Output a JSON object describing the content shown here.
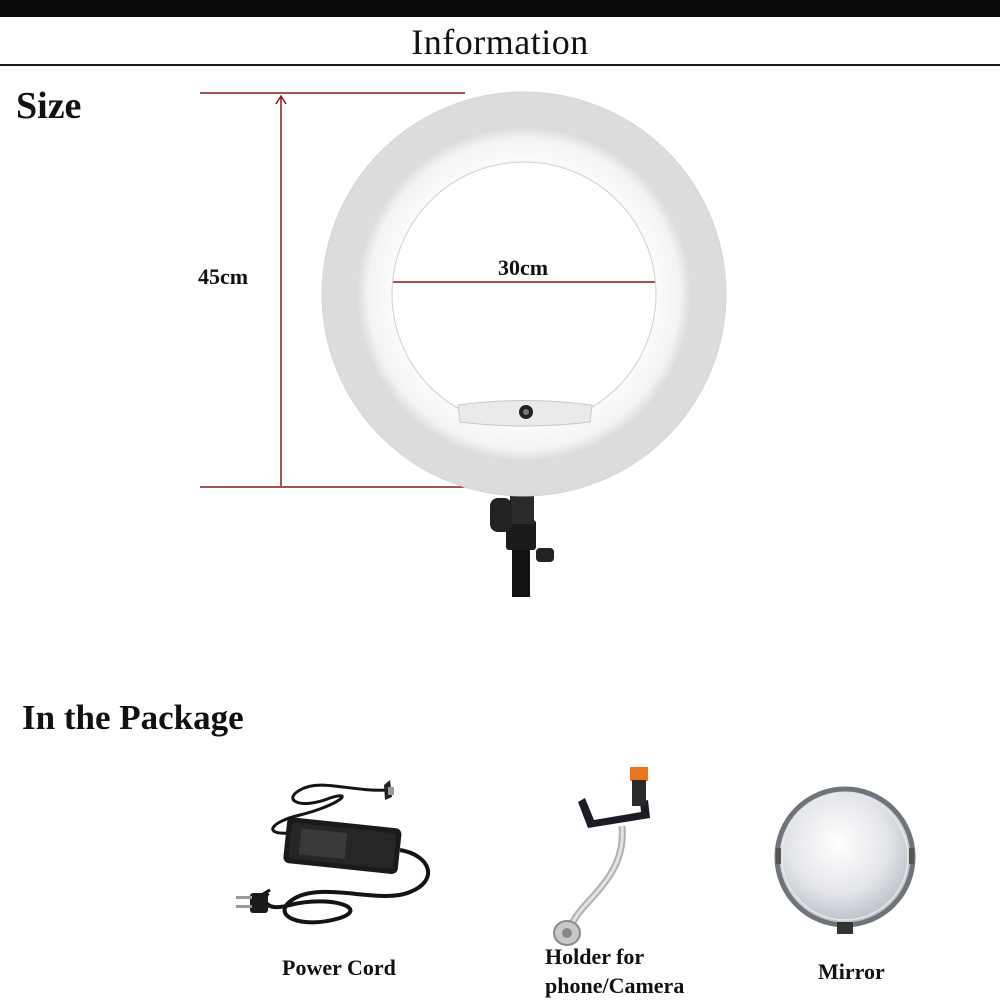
{
  "header": {
    "title": "Information"
  },
  "size_section": {
    "heading": "Size",
    "height_label": "45cm",
    "inner_diameter_label": "30cm"
  },
  "package_section": {
    "heading": "In the Package",
    "items": [
      {
        "label": "Power Cord",
        "icon": "power-adapter-icon"
      },
      {
        "label_line1": "Holder for",
        "label_line2": "phone/Camera",
        "icon": "phone-holder-icon"
      },
      {
        "label": "Mirror",
        "icon": "mirror-icon"
      }
    ]
  },
  "colors": {
    "dimension_line": "#8b1a1a",
    "ring": "#f6f6f6",
    "holder_accent": "#e8761e"
  }
}
